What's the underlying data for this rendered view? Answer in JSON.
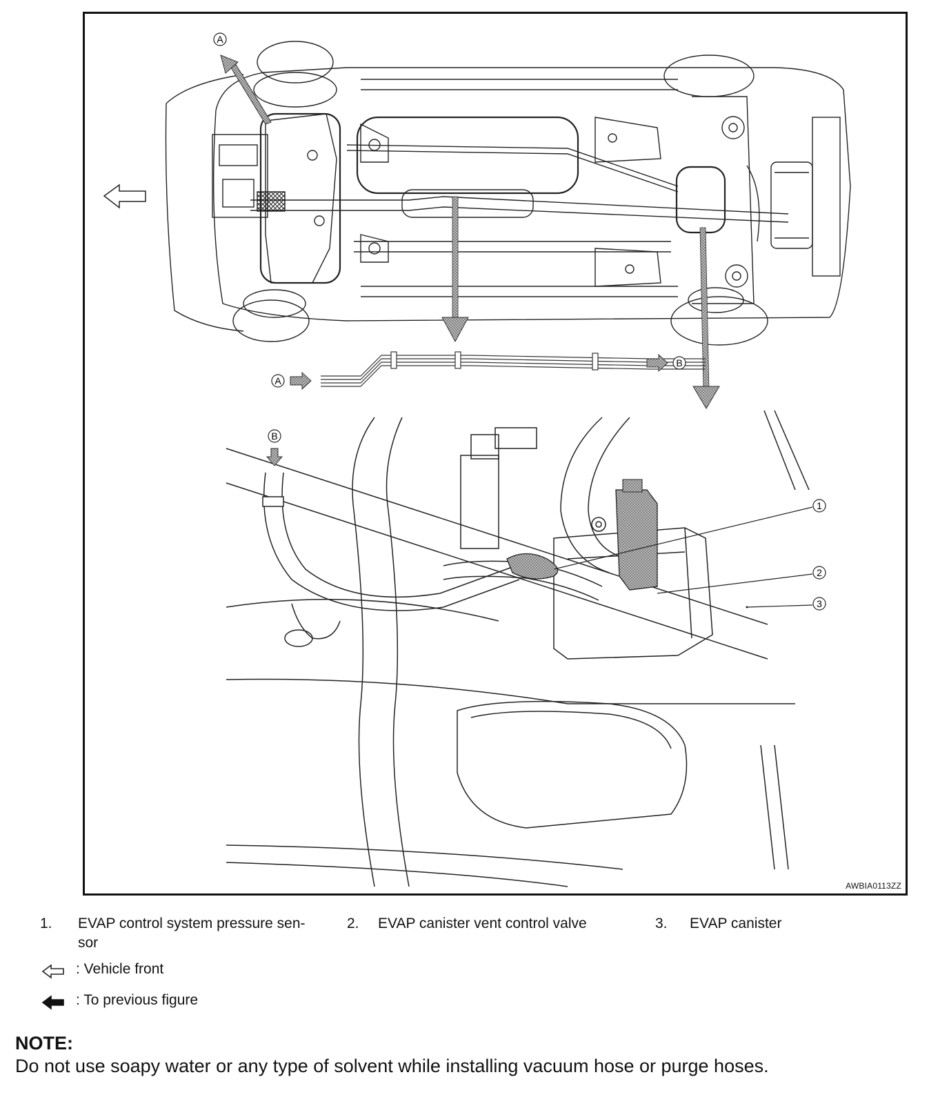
{
  "figure": {
    "id": "AWBIA0113ZZ",
    "callouts": {
      "a": "A",
      "b": "B",
      "c1": "1",
      "c2": "2",
      "c3": "3"
    }
  },
  "legend": {
    "items": [
      {
        "num": "1.",
        "text_line1": "EVAP control system pressure sen-",
        "text_line2": "sor"
      },
      {
        "num": "2.",
        "text_line1": "EVAP canister vent control valve"
      },
      {
        "num": "3.",
        "text_line1": "EVAP canister"
      }
    ],
    "symbols": [
      {
        "icon": "outline-arrow-left-icon",
        "text": ": Vehicle front"
      },
      {
        "icon": "solid-arrow-left-icon",
        "text": ": To previous figure"
      }
    ]
  },
  "note": {
    "title": "NOTE:",
    "text": "Do not use soapy water or any type of solvent while installing vacuum hose or purge hoses."
  }
}
